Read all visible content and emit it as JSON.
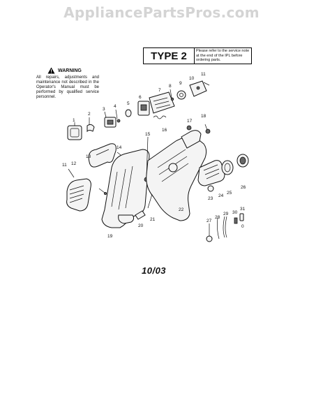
{
  "watermark": "AppliancePartsPros.com",
  "type_box": {
    "type_label": "TYPE 2",
    "note": "Please refer to the service note at the end of the IPL before ordering parts."
  },
  "warning": {
    "heading": "WARNING",
    "text": "All repairs, adjustments and maintenance not described in the Operator's Manual must be performed by qualified service personnel."
  },
  "date_code": "10/03",
  "callouts": {
    "c1": "1",
    "c2": "2",
    "c3": "3",
    "c4": "4",
    "c5": "5",
    "c6": "6",
    "c7": "7",
    "c8": "8",
    "c9": "9",
    "c10": "10",
    "c11a": "11",
    "c11b": "11",
    "c12": "12",
    "c13": "13",
    "c14": "14",
    "c15": "15",
    "c16": "16",
    "c17": "17",
    "c18": "18",
    "c19": "19",
    "c20": "20",
    "c21": "21",
    "c22": "22",
    "c23": "23",
    "c24": "24",
    "c25": "25",
    "c26": "26",
    "c27": "27",
    "c28": "28",
    "c29": "29",
    "c30": "30",
    "c31": "31",
    "c0": "0"
  }
}
